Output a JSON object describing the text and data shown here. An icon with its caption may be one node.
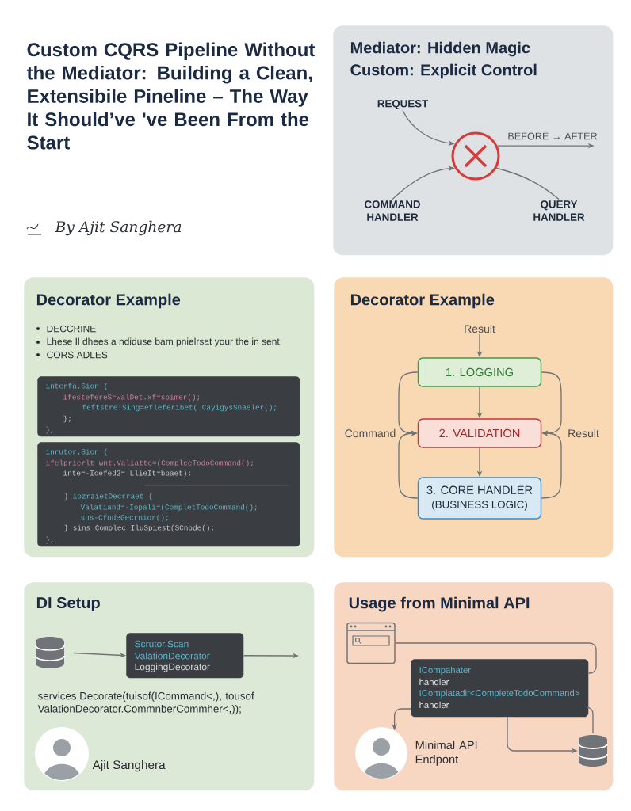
{
  "diagram": {
    "title": "Custom CQRS Pipeline Without the Mediator: Building a Clean, Extensibile Pineline – The Way It Should’ve 've Been From the Start",
    "nodes": [
      {
        "text": [
          "Mediator: Hidden Magic",
          "Custom: Explicit Control"
        ]
      },
      {
        "text": [
          "REQUEST"
        ],
        "in": 0
      },
      {
        "text": [],
        "shape": "circle",
        "in": 0
      },
      {
        "text": [
          "COMMAND HANDLER"
        ],
        "in": 0
      },
      {
        "text": [
          "QUERY HANDLER"
        ],
        "in": 0
      },
      {
        "text": [
          "Decorator Example",
          "DECCRINE",
          "Lhese Il dhees a ndiduse bam pnielrsat your the in sent",
          "CORS ADLES"
        ]
      },
      {
        "text": [
          "interfa.Sion {",
          "ifestefereS=walDet.xf=spimer();",
          "feftstre:Sing=efleferibet( CayigysSnaeler();",
          "};",
          "},"
        ],
        "in": 5
      },
      {
        "text": [
          "inrutor.Sion {",
          "ifelprierlt wnt.Valiattc=(CompleeTodoCommand();",
          "inte=-Ioefed2= LlieIt=bbaet);",
          "} iozrzietDecrraet {",
          "Valatiand=-Iopali=(CompletTodoCommand();",
          "sns-CfodeGecrnior();",
          "} sins Complec IluSpiest(SCnbde();",
          "},"
        ],
        "in": 5
      },
      {
        "text": [
          "Decorator Example"
        ]
      },
      {
        "text": [
          "Result"
        ],
        "in": 8
      },
      {
        "text": [
          "1. LOGGING"
        ],
        "in": 8
      },
      {
        "text": [
          "2. VALIDATION"
        ],
        "in": 8
      },
      {
        "text": [
          "3. CORE HANDLER",
          "(BUSINESS LOGIC)"
        ],
        "in": 8
      },
      {
        "text": [
          "DI Setup"
        ]
      },
      {
        "text": [],
        "shape": "cylinder",
        "in": 13
      },
      {
        "text": [
          "Scrutor.Scan",
          "ValationDecorator",
          "LoggingDecorator"
        ],
        "in": 13
      },
      {
        "text": [
          "Usage from Minimal API"
        ]
      },
      {
        "text": [],
        "shape": "picture",
        "in": 16
      },
      {
        "text": [
          "ICompahater",
          "handler",
          "IComplatadir<CompleteTodoCommand>",
          "handler"
        ],
        "in": 16
      },
      {
        "text": [],
        "shape": "person",
        "beside": [
          "Minimal API Endpont"
        ],
        "in": 16
      },
      {
        "text": [],
        "shape": "cylinder",
        "in": 16
      }
    ],
    "edges": [
      {
        "from": 1,
        "to": 2,
        "arrow": "to"
      },
      {
        "from": 3,
        "to": 2,
        "arrow": "to"
      },
      {
        "from": 2,
        "to": 4,
        "arrow": "none"
      },
      {
        "from": 2,
        "to": null,
        "arrow": "to",
        "label": "BEFORE → AFTER"
      },
      {
        "from": 9,
        "to": 10,
        "arrow": "to"
      },
      {
        "from": 10,
        "to": 11,
        "arrow": "to"
      },
      {
        "from": 11,
        "to": 12,
        "arrow": "to"
      },
      {
        "from": 10,
        "to": 11,
        "arrow": "to"
      },
      {
        "from": 12,
        "to": 11,
        "arrow": "to"
      },
      {
        "from": 10,
        "to": 11,
        "arrow": "to"
      },
      {
        "from": 12,
        "to": 11,
        "arrow": "to"
      },
      {
        "from": 14,
        "to": 15,
        "arrow": "to"
      },
      {
        "from": 15,
        "to": null,
        "arrow": "to"
      },
      {
        "from": 17,
        "to": 18,
        "arrow": "none"
      },
      {
        "from": 18,
        "to": 19,
        "arrow": "to"
      },
      {
        "from": 18,
        "to": 20,
        "arrow": "none"
      },
      {
        "from": 18,
        "to": 20,
        "arrow": "to"
      }
    ],
    "labels": [
      "By Ajit Sanghera",
      "Command",
      "Result",
      "services.Decorate(tuisof(ICommand<,), tousof ValationDecorator.CommnberCommher<,));",
      "Ajit Sanghera"
    ]
  }
}
